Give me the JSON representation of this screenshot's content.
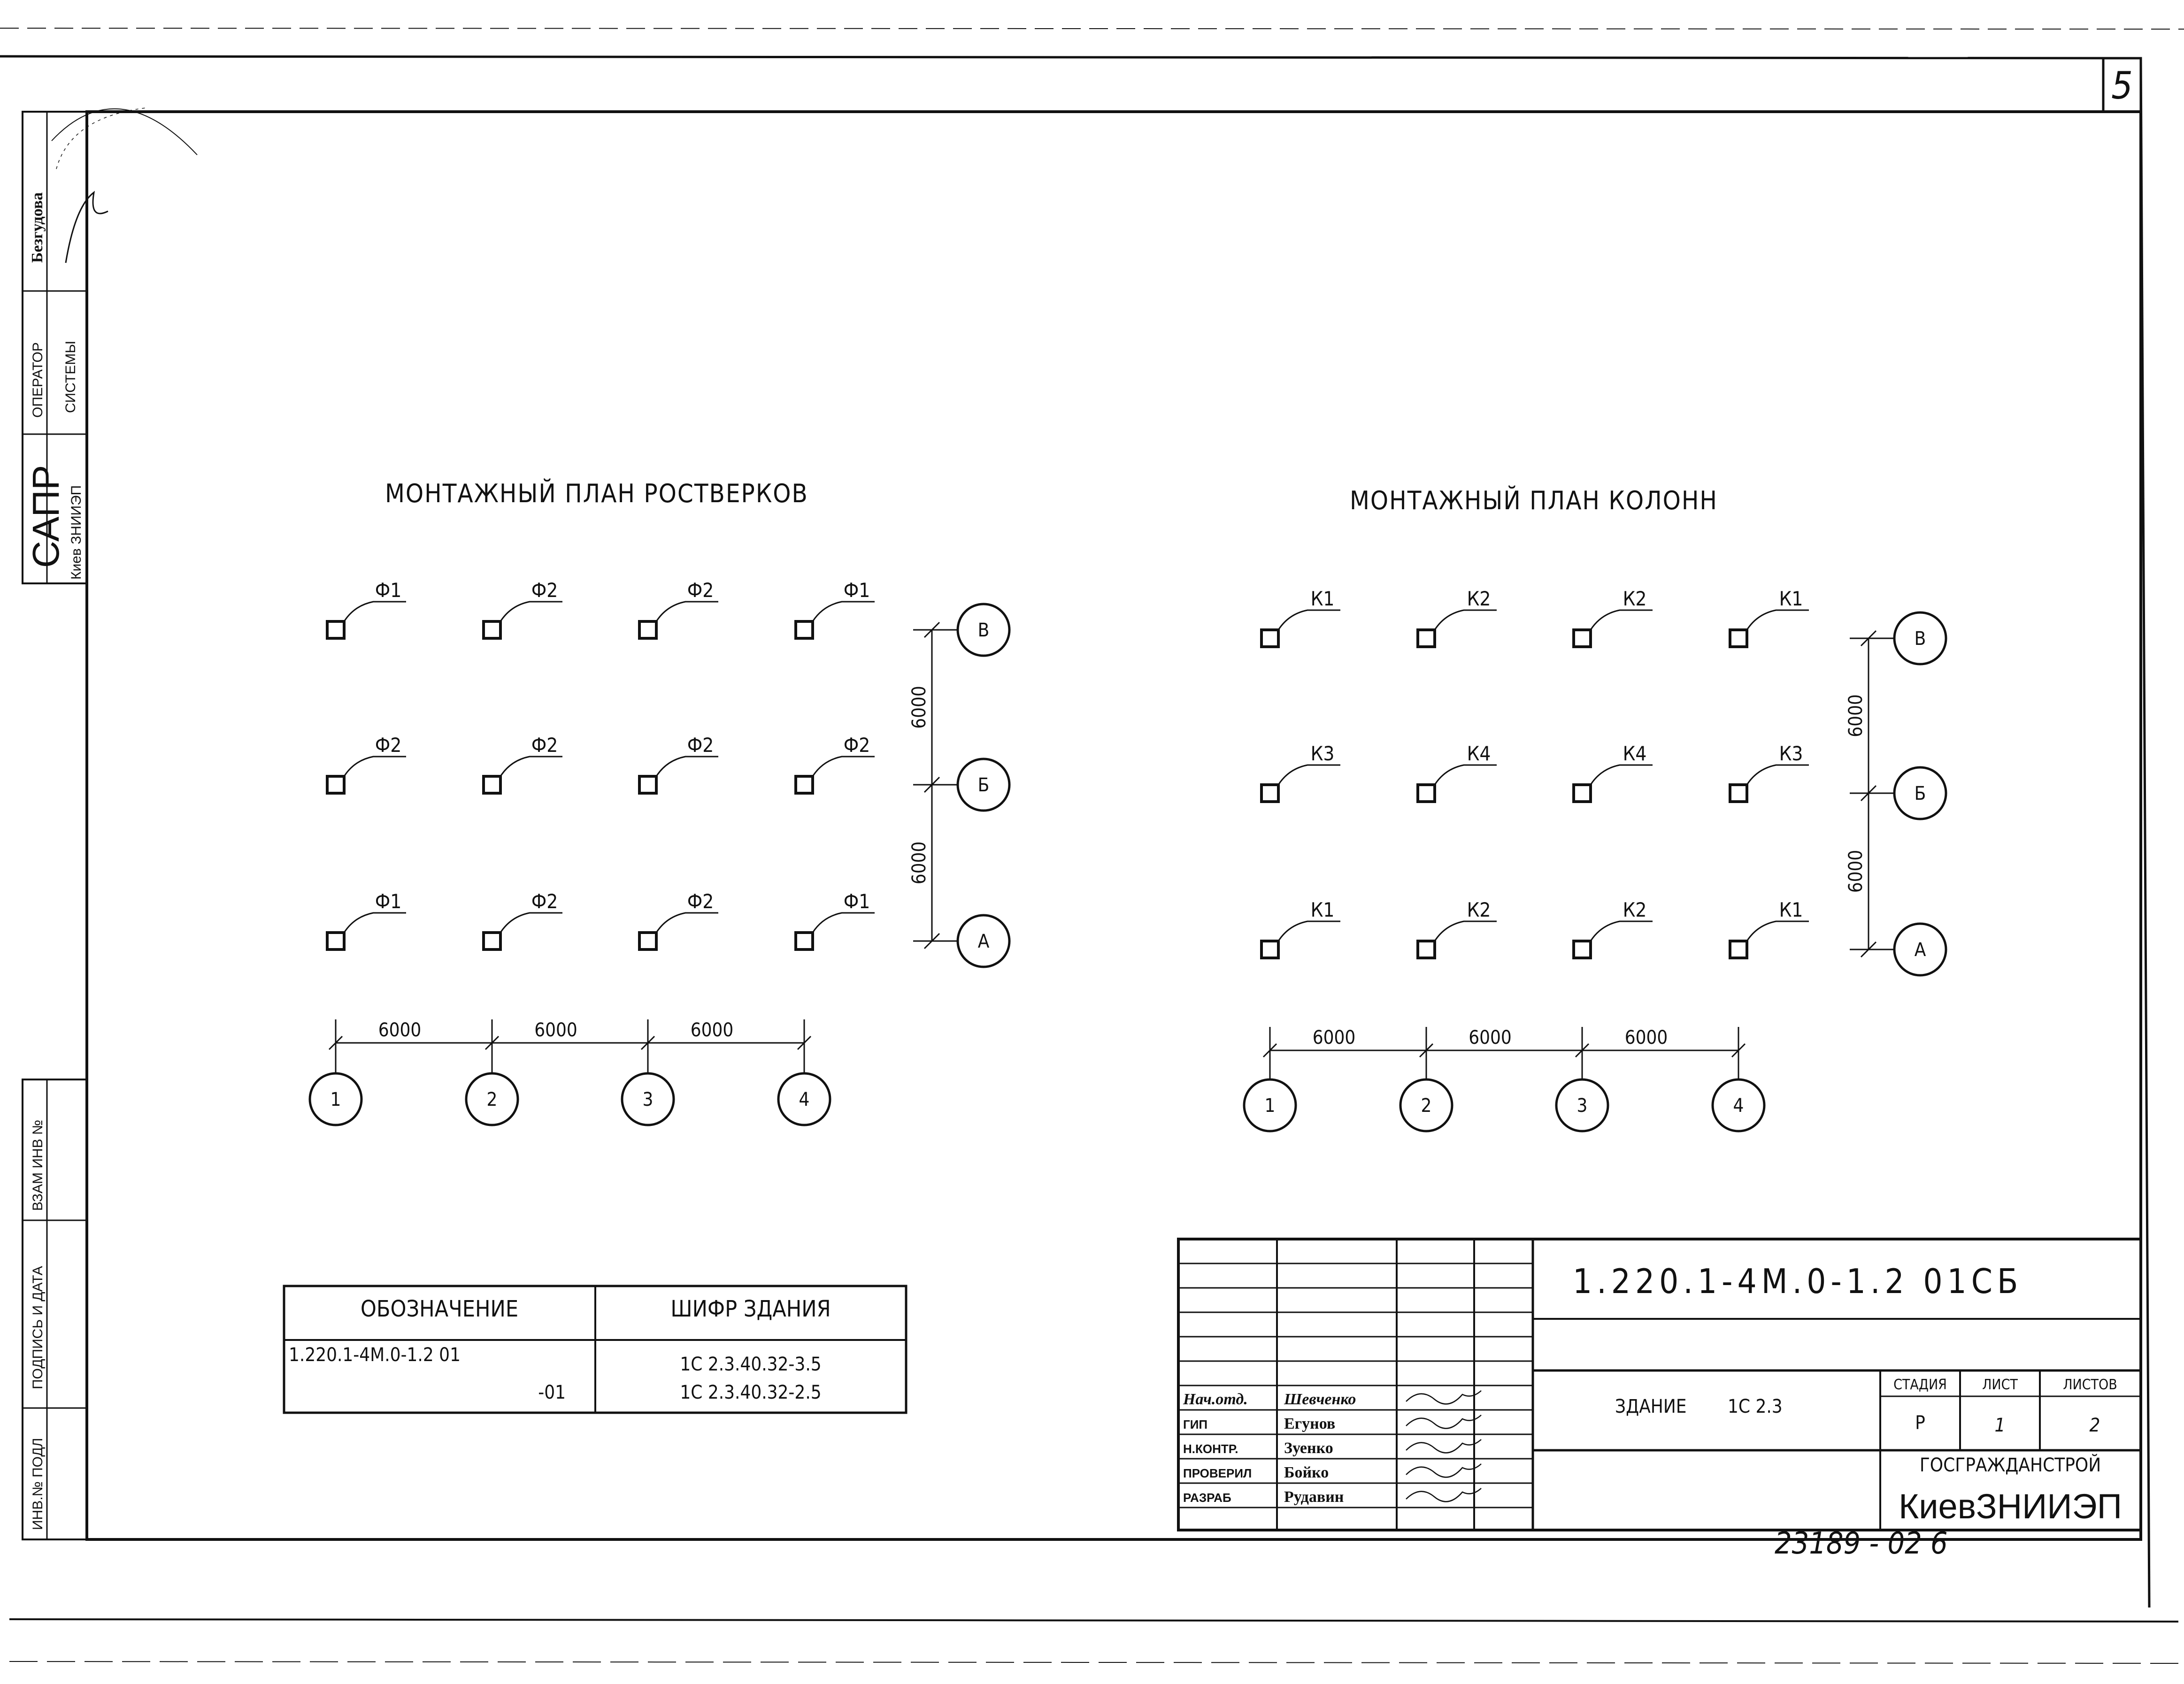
{
  "sheet": {
    "page_number": "5",
    "archive_number": "23189 - 02  6"
  },
  "side_block": {
    "sapr": "САПР",
    "sapr_org": "Киев ЗНИИЭП",
    "operator_line1": "ОПЕРАТОР",
    "operator_line2": "СИСТЕМЫ",
    "operator_name": "Безгудова",
    "vzam_inv": "ВЗАМ ИНВ №",
    "podpis_data": "ПОДПИСЬ И ДАТА",
    "inv_podl": "ИНВ.№ ПОДЛ"
  },
  "plan_left": {
    "title": "МОНТАЖНЫЙ ПЛАН РОСТВЕРКОВ",
    "rows": [
      [
        "Ф1",
        "Ф2",
        "Ф2",
        "Ф1"
      ],
      [
        "Ф2",
        "Ф2",
        "Ф2",
        "Ф2"
      ],
      [
        "Ф1",
        "Ф2",
        "Ф2",
        "Ф1"
      ]
    ],
    "row_axes": [
      "В",
      "Б",
      "А"
    ],
    "col_axes": [
      "1",
      "2",
      "3",
      "4"
    ],
    "spans": [
      "6000",
      "6000",
      "6000"
    ],
    "row_spans": [
      "6000",
      "6000"
    ]
  },
  "plan_right": {
    "title": "МОНТАЖНЫЙ ПЛАН КОЛОНН",
    "rows": [
      [
        "К1",
        "К2",
        "К2",
        "К1"
      ],
      [
        "К3",
        "К4",
        "К4",
        "К3"
      ],
      [
        "К1",
        "К2",
        "К2",
        "К1"
      ]
    ],
    "row_axes": [
      "В",
      "Б",
      "А"
    ],
    "col_axes": [
      "1",
      "2",
      "3",
      "4"
    ],
    "spans": [
      "6000",
      "6000",
      "6000"
    ],
    "row_spans": [
      "6000",
      "6000"
    ]
  },
  "designation_table": {
    "headers": [
      "ОБОЗНАЧЕНИЕ",
      "ШИФР ЗДАНИЯ"
    ],
    "rows": [
      {
        "designation": "1.220.1-4М.0-1.2  01",
        "code": "1С 2.3.40.32-3.5"
      },
      {
        "designation": "-01",
        "code": "1С 2.3.40.32-2.5"
      }
    ]
  },
  "stamp": {
    "doc_code": "1.220.1-4М.0-1.2  01СБ",
    "building_label": "ЗДАНИЕ",
    "building_code": "1С 2.3",
    "stage_label": "СТАДИЯ",
    "sheet_label": "ЛИСТ",
    "sheets_label": "ЛИСТОВ",
    "stage_value": "Р",
    "sheet_value": "1",
    "sheets_value": "2",
    "org_top": "ГОСГРАЖДАНСТРОЙ",
    "org_main": "КиевЗНИИЭП",
    "signatures": [
      {
        "role": "Нач.отд.",
        "name": "Шевченко"
      },
      {
        "role": "ГИП",
        "name": "Егунов"
      },
      {
        "role": "Н.КОНТР.",
        "name": "Зуенко"
      },
      {
        "role": "ПРОВЕРИЛ",
        "name": "Бойко"
      },
      {
        "role": "РАЗРАБ",
        "name": "Рудавин"
      }
    ]
  }
}
